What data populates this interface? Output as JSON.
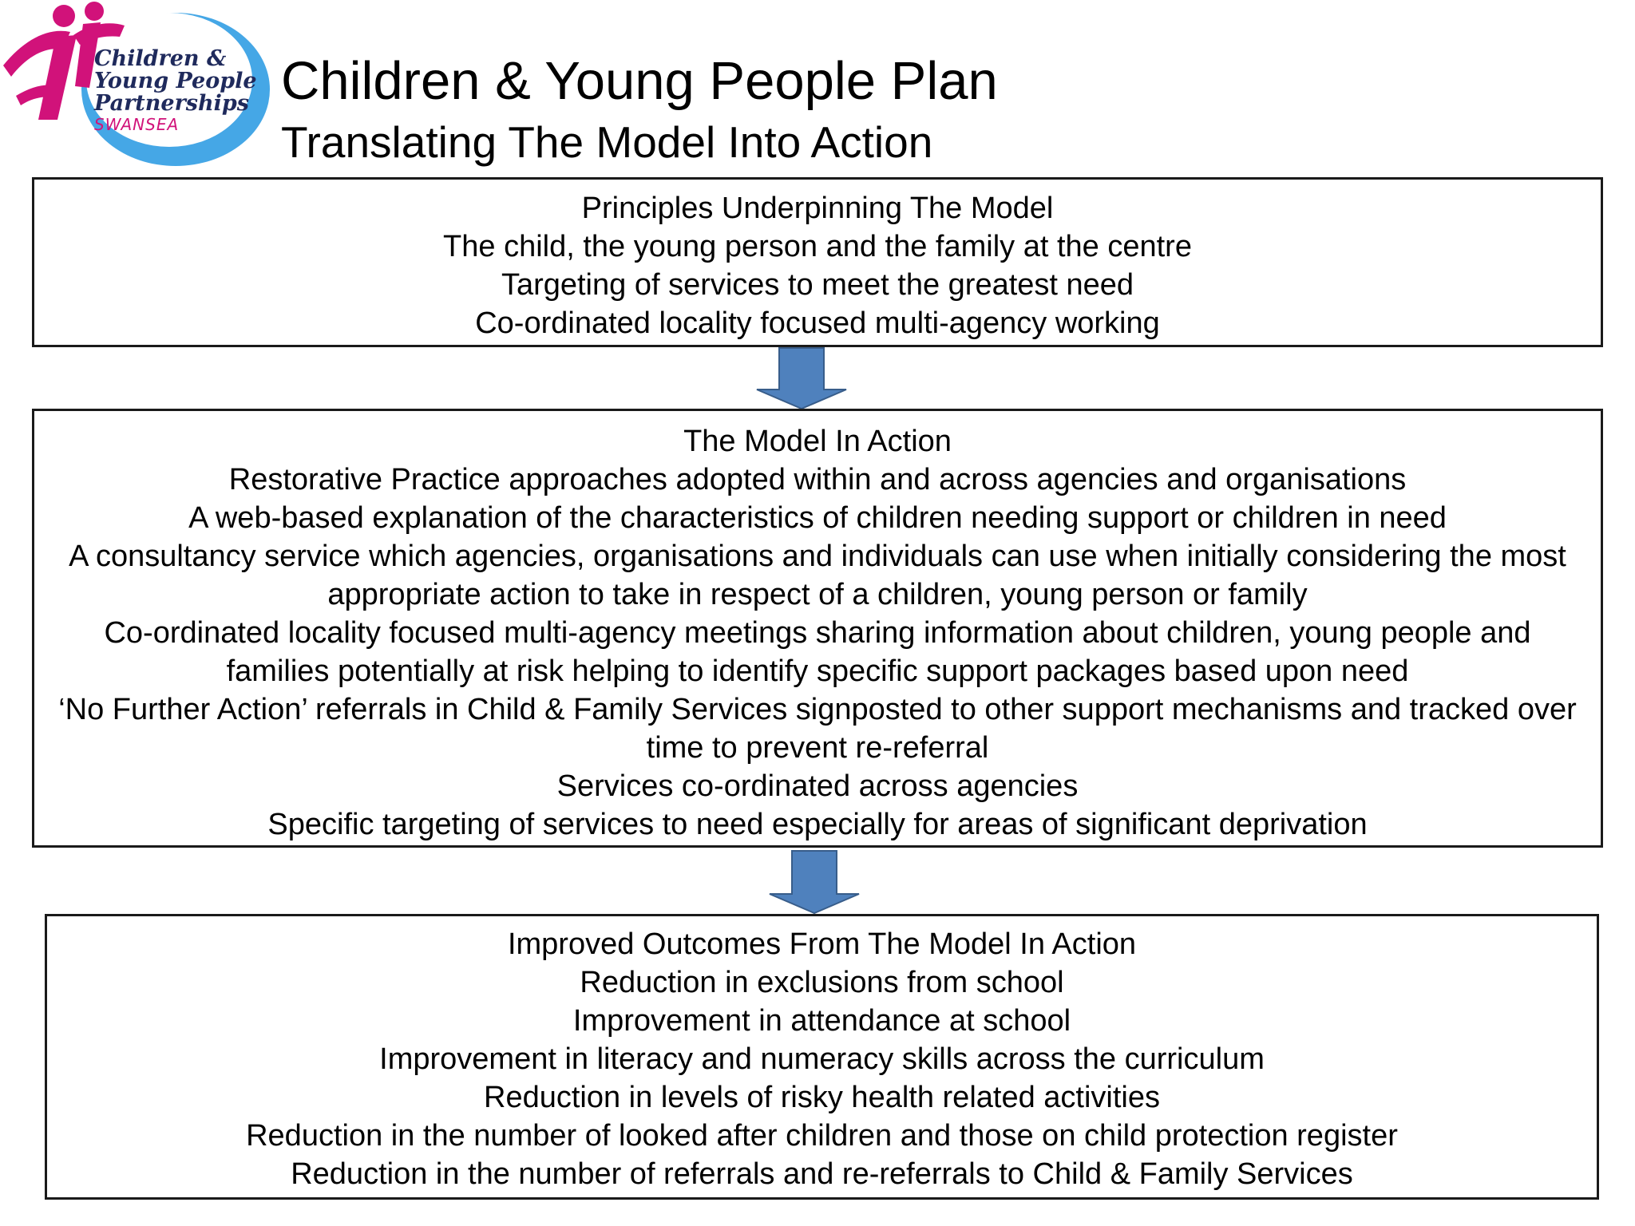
{
  "logo": {
    "line1": "Children &",
    "line2": "Young People",
    "line3": "Partnerships",
    "line4": "SWANSEA",
    "colors": {
      "figure": "#d1127a",
      "ring": "#45a7e6",
      "text": "#1f2a5c"
    }
  },
  "header": {
    "title": "Children & Young People Plan",
    "subtitle": "Translating The Model Into Action"
  },
  "principles": {
    "heading": "Principles Underpinning The Model",
    "items": [
      "The child, the young person and the family at the centre",
      "Targeting of services to meet the greatest need",
      "Co-ordinated locality focused multi-agency working"
    ]
  },
  "model": {
    "heading": "The Model In Action",
    "items": [
      "Restorative Practice approaches adopted within and across agencies and organisations",
      "A web-based explanation of the characteristics of children needing support or children in need",
      "A consultancy service which agencies, organisations and individuals can use when initially considering the most appropriate action to take in respect of a children, young person or family",
      "Co-ordinated locality focused multi-agency meetings sharing information about children, young people and families potentially at risk helping to identify specific support packages based upon need",
      "‘No Further Action’ referrals in Child & Family Services signposted to other support mechanisms and tracked over time to prevent re-referral",
      "Services co-ordinated across agencies",
      "Specific targeting of services to need especially for areas of significant deprivation"
    ]
  },
  "outcomes": {
    "heading": "Improved Outcomes From The Model In Action",
    "items": [
      "Reduction in exclusions from school",
      "Improvement in attendance at school",
      "Improvement in literacy and numeracy skills across the curriculum",
      "Reduction in levels of risky health related activities",
      "Reduction in the number of looked after children and those on child protection register",
      "Reduction in the number of referrals and re-referrals to Child & Family Services"
    ]
  },
  "colors": {
    "arrow_fill": "#4f81bd",
    "arrow_stroke": "#385d8a",
    "box_border": "#1a1a1a"
  }
}
